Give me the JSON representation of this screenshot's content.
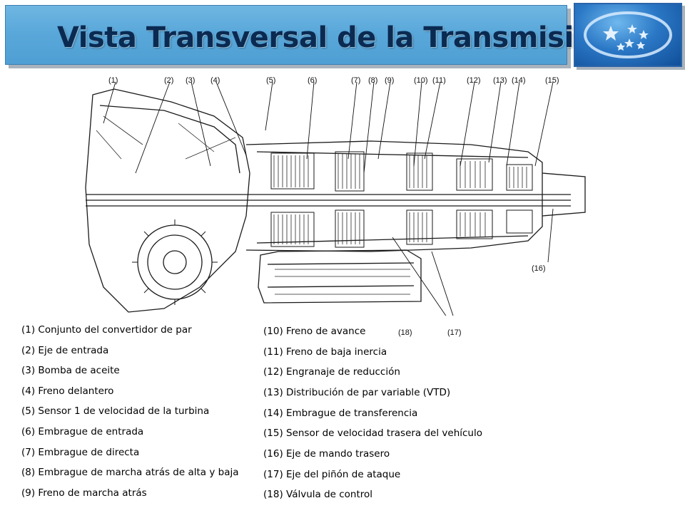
{
  "header": {
    "title": "Vista Transversal de la Transmisión"
  },
  "logo": {
    "icon": "subaru-stars-logo-icon",
    "accent": "#2b78c6"
  },
  "diagram": {
    "callouts": [
      "(1)",
      "(2)",
      "(3)",
      "(4)",
      "(5)",
      "(6)",
      "(7)",
      "(8)",
      "(9)",
      "(10)",
      "(11)",
      "(12)",
      "(13)",
      "(14)",
      "(15)",
      "(16)",
      "(17)",
      "(18)"
    ]
  },
  "legend": {
    "left": [
      "(1) Conjunto del convertidor de par",
      "(2) Eje de entrada",
      "(3) Bomba de aceite",
      "(4) Freno delantero",
      "(5) Sensor 1 de velocidad de la turbina",
      "(6) Embrague de entrada",
      "(7) Embrague de directa",
      "(8) Embrague de marcha atrás de alta y baja",
      "(9) Freno de marcha atrás"
    ],
    "right": [
      "(10) Freno de avance",
      "(11) Freno de baja inercia",
      "(12) Engranaje de reducción",
      "(13) Distribución de par variable (VTD)",
      "(14) Embrague de transferencia",
      "(15) Sensor de velocidad trasera del vehículo",
      "(16) Eje de mando trasero",
      "(17) Eje del piñón de ataque",
      "(18) Válvula de control"
    ]
  }
}
